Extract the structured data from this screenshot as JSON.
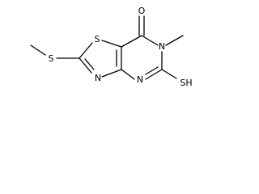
{
  "molecule": {
    "atoms": {
      "carbonyl_oxygen": "O",
      "ring_sulfur": "S",
      "ring_nitrogen_methyl": "N",
      "ring_nitrogen_thiazole": "N",
      "ring_nitrogen_pyrimidine": "N",
      "thiol": "SH",
      "thioether_sulfur": "S"
    }
  }
}
